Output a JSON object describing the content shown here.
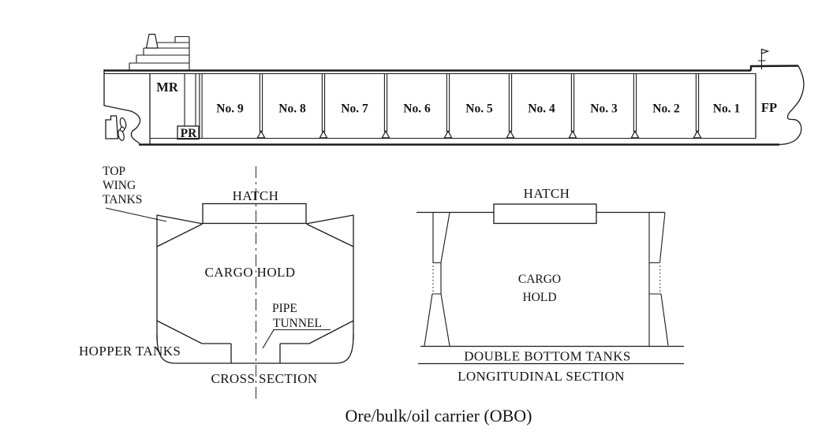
{
  "figure_caption": "Ore/bulk/oil carrier (OBO)",
  "profile": {
    "machinery_room_label": "MR",
    "pump_room_label": "PR",
    "forepeak_label": "FP",
    "holds": [
      "No. 9",
      "No. 8",
      "No. 7",
      "No. 6",
      "No. 5",
      "No. 4",
      "No. 3",
      "No. 2",
      "No. 1"
    ]
  },
  "cross_section": {
    "hatch_label": "HATCH",
    "cargo_hold_label": "CARGO HOLD",
    "top_wing_tanks_label": [
      "TOP",
      "WING",
      "TANKS"
    ],
    "hopper_tanks_label": "HOPPER TANKS",
    "pipe_tunnel_label": [
      "PIPE",
      "TUNNEL"
    ],
    "title": "CROSS SECTION"
  },
  "longitudinal_section": {
    "hatch_label": "HATCH",
    "cargo_hold_label": [
      "CARGO",
      "HOLD"
    ],
    "double_bottom_tanks_label": "DOUBLE BOTTOM TANKS",
    "title": "LONGITUDINAL SECTION"
  }
}
